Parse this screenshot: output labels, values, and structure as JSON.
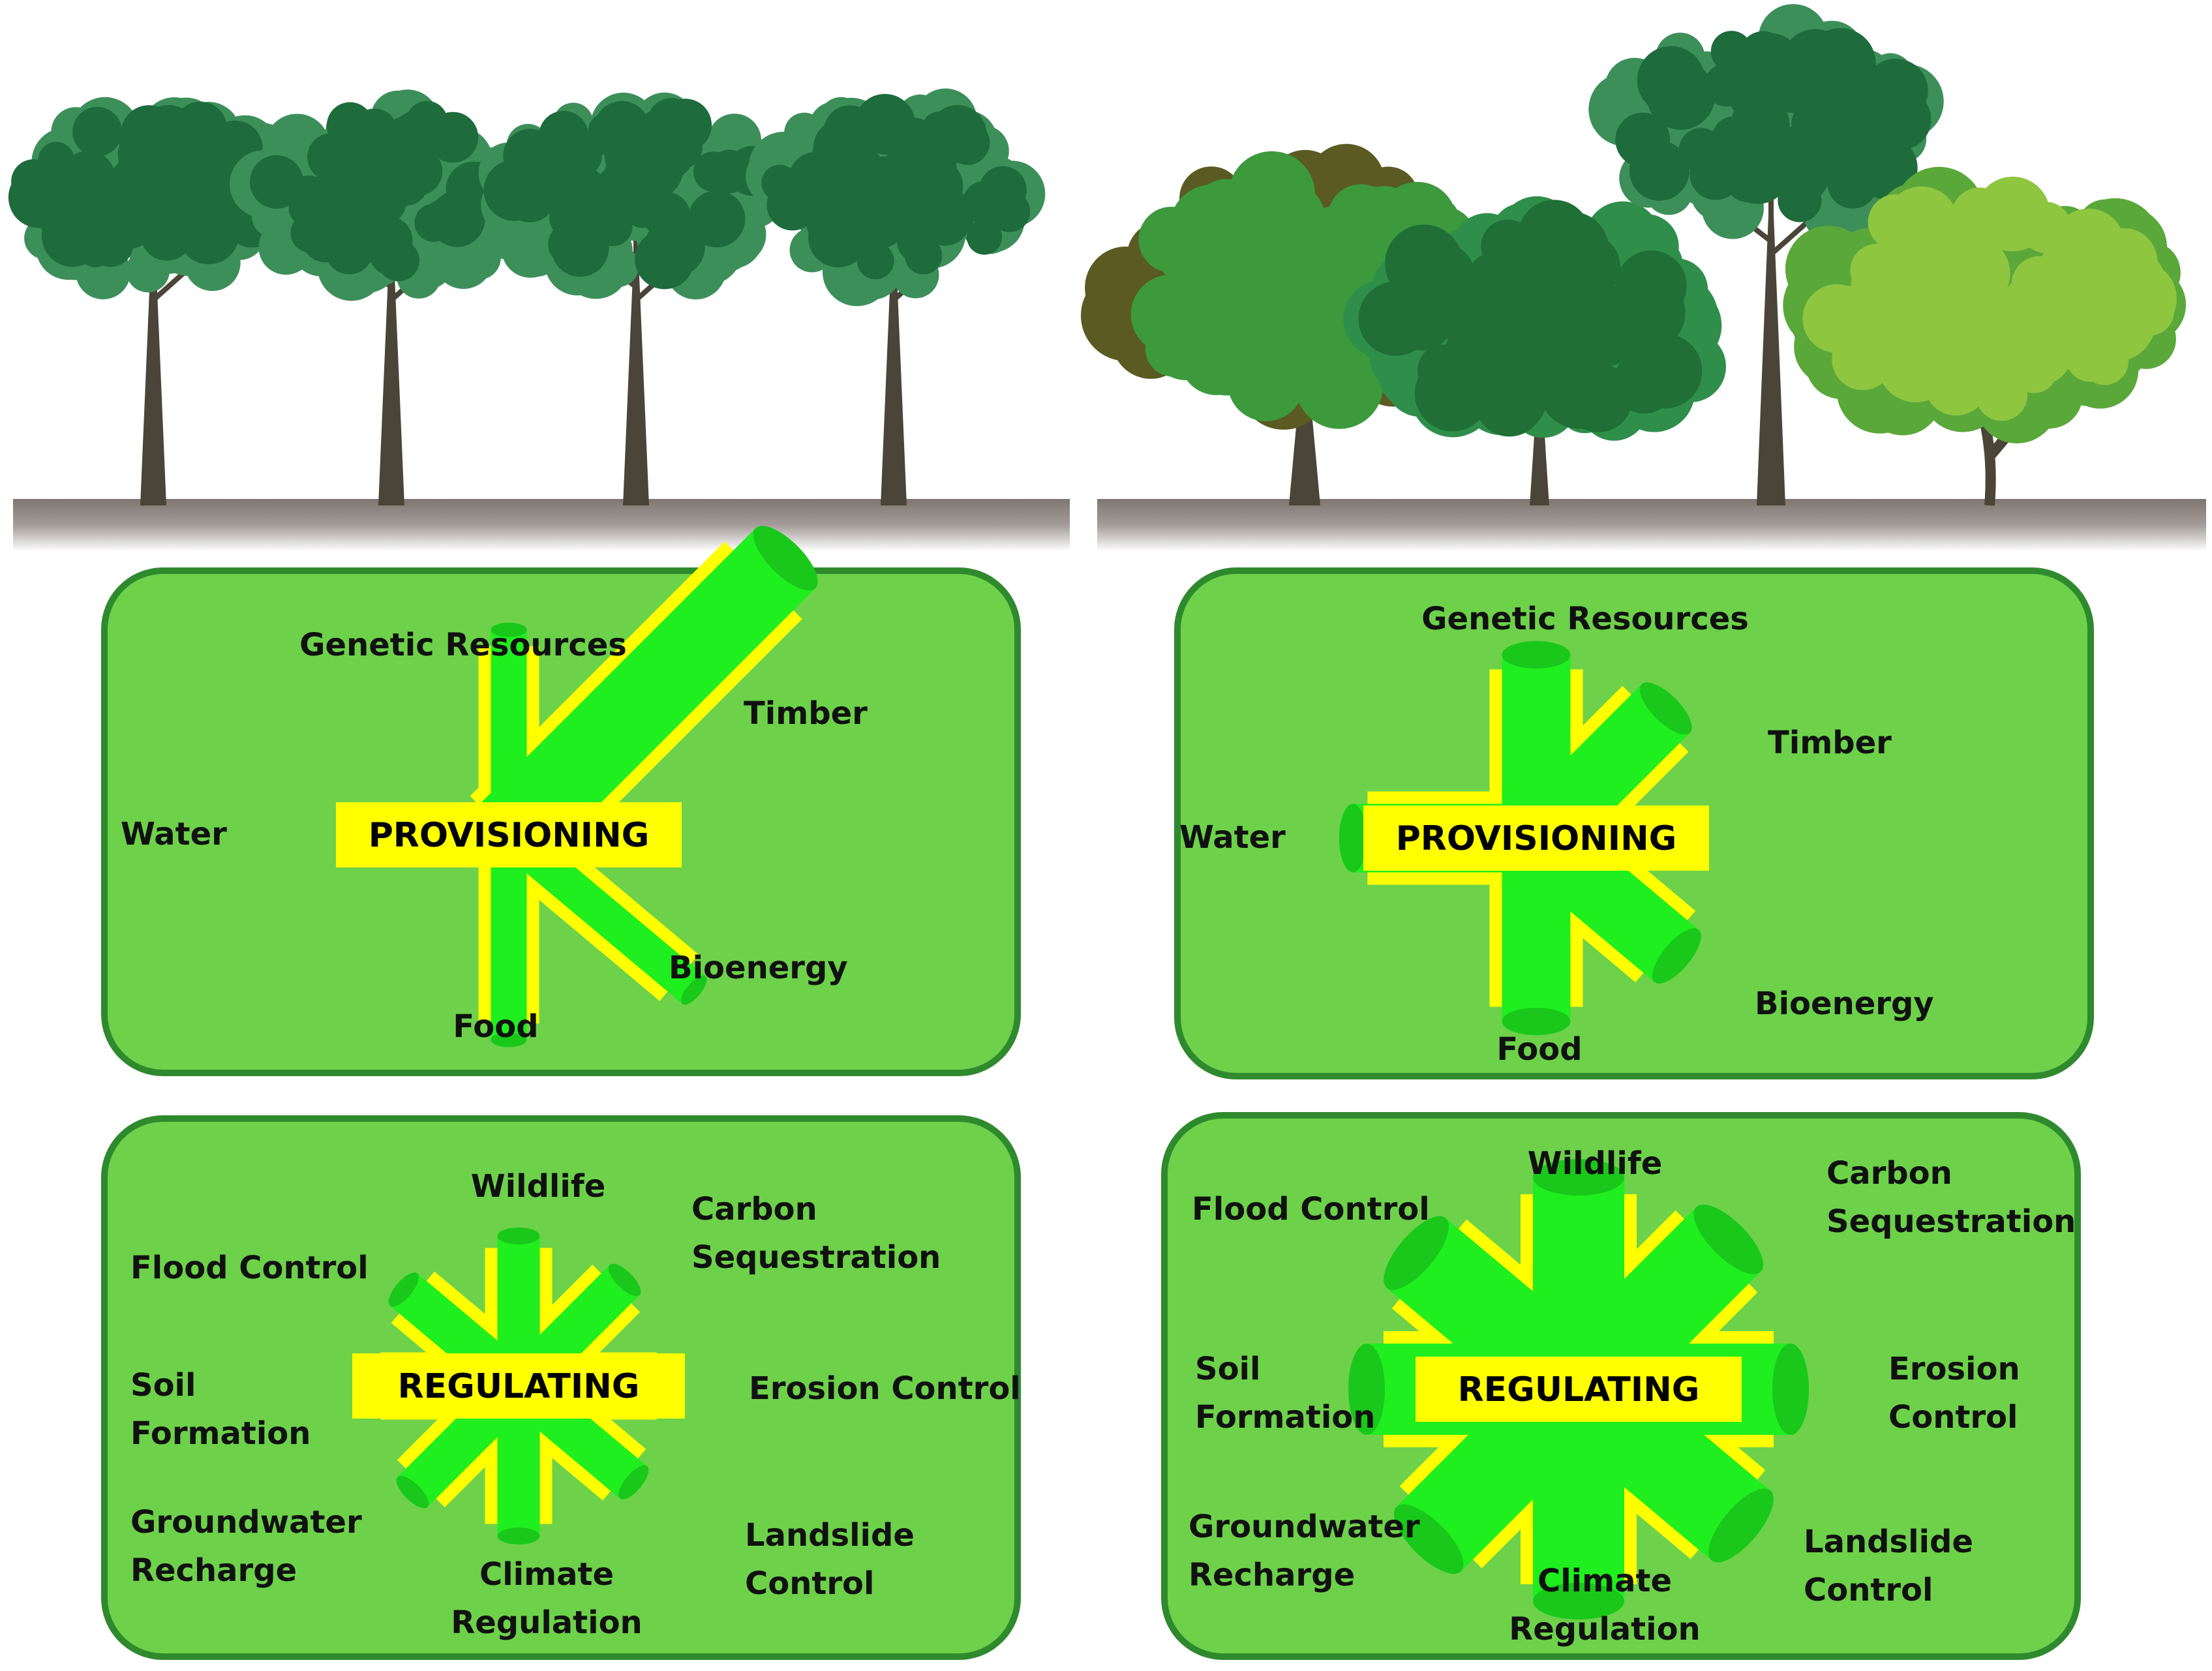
{
  "colors": {
    "panel_fill": "#6dd24a",
    "panel_border": "#2f8a2e",
    "bar_fill": "#1fee1f",
    "bar_shade": "#19c81a",
    "highlight": "#ffff00",
    "ground": "#8c827e",
    "trunk": "#4a4538",
    "canopy_dark": "#1e6b3c",
    "canopy_mid": "#3d8f5a",
    "canopy_olive": "#5a5a22",
    "canopy_light": "#8ec640"
  },
  "scenes": {
    "monoculture": {
      "trees": [
        {
          "style": "umbrella"
        },
        {
          "style": "umbrella"
        },
        {
          "style": "umbrella"
        },
        {
          "style": "umbrella"
        }
      ]
    },
    "mixed": {
      "trees": [
        {
          "style": "broad-olive"
        },
        {
          "style": "round-green"
        },
        {
          "style": "tall-umbrella"
        },
        {
          "style": "flat-acacia"
        }
      ]
    }
  },
  "panels": [
    {
      "id": "mono-provisioning",
      "center_label": "PROVISIONING",
      "axes": [
        {
          "label": "Genetic Resources",
          "value": 0.44
        },
        {
          "label": "Timber",
          "value": 1.0
        },
        {
          "label": "Water",
          "value": 0.22
        },
        {
          "label": "Bioenergy",
          "value": 0.55
        },
        {
          "label": "Food",
          "value": 0.44
        }
      ]
    },
    {
      "id": "mixed-provisioning",
      "center_label": "PROVISIONING",
      "axes": [
        {
          "label": "Genetic Resources",
          "value": 0.78
        },
        {
          "label": "Timber",
          "value": 0.78
        },
        {
          "label": "Water",
          "value": 0.78
        },
        {
          "label": "Bioenergy",
          "value": 0.78
        },
        {
          "label": "Food",
          "value": 0.78
        }
      ]
    },
    {
      "id": "mono-regulating",
      "center_label": "REGULATING",
      "axes": [
        {
          "label": "Wildlife",
          "value": 0.4
        },
        {
          "label": "Carbon Sequestration",
          "value": 0.4
        },
        {
          "label": "Erosion Control",
          "value": 0.4
        },
        {
          "label": "Landslide Control",
          "value": 0.4
        },
        {
          "label": "Climate Regulation",
          "value": 0.4
        },
        {
          "label": "Groundwater Recharge",
          "value": 0.4
        },
        {
          "label": "Soil Formation",
          "value": 0.4
        },
        {
          "label": "Flood Control",
          "value": 0.4
        }
      ]
    },
    {
      "id": "mixed-regulating",
      "center_label": "REGULATING",
      "axes": [
        {
          "label": "Wildlife",
          "value": 0.85
        },
        {
          "label": "Carbon Sequestration",
          "value": 0.85
        },
        {
          "label": "Erosion Control",
          "value": 0.85
        },
        {
          "label": "Landslide Control",
          "value": 0.85
        },
        {
          "label": "Climate Regulation",
          "value": 0.85
        },
        {
          "label": "Groundwater Recharge",
          "value": 0.85
        },
        {
          "label": "Soil Formation",
          "value": 0.85
        },
        {
          "label": "Flood Control",
          "value": 0.85
        }
      ]
    }
  ]
}
